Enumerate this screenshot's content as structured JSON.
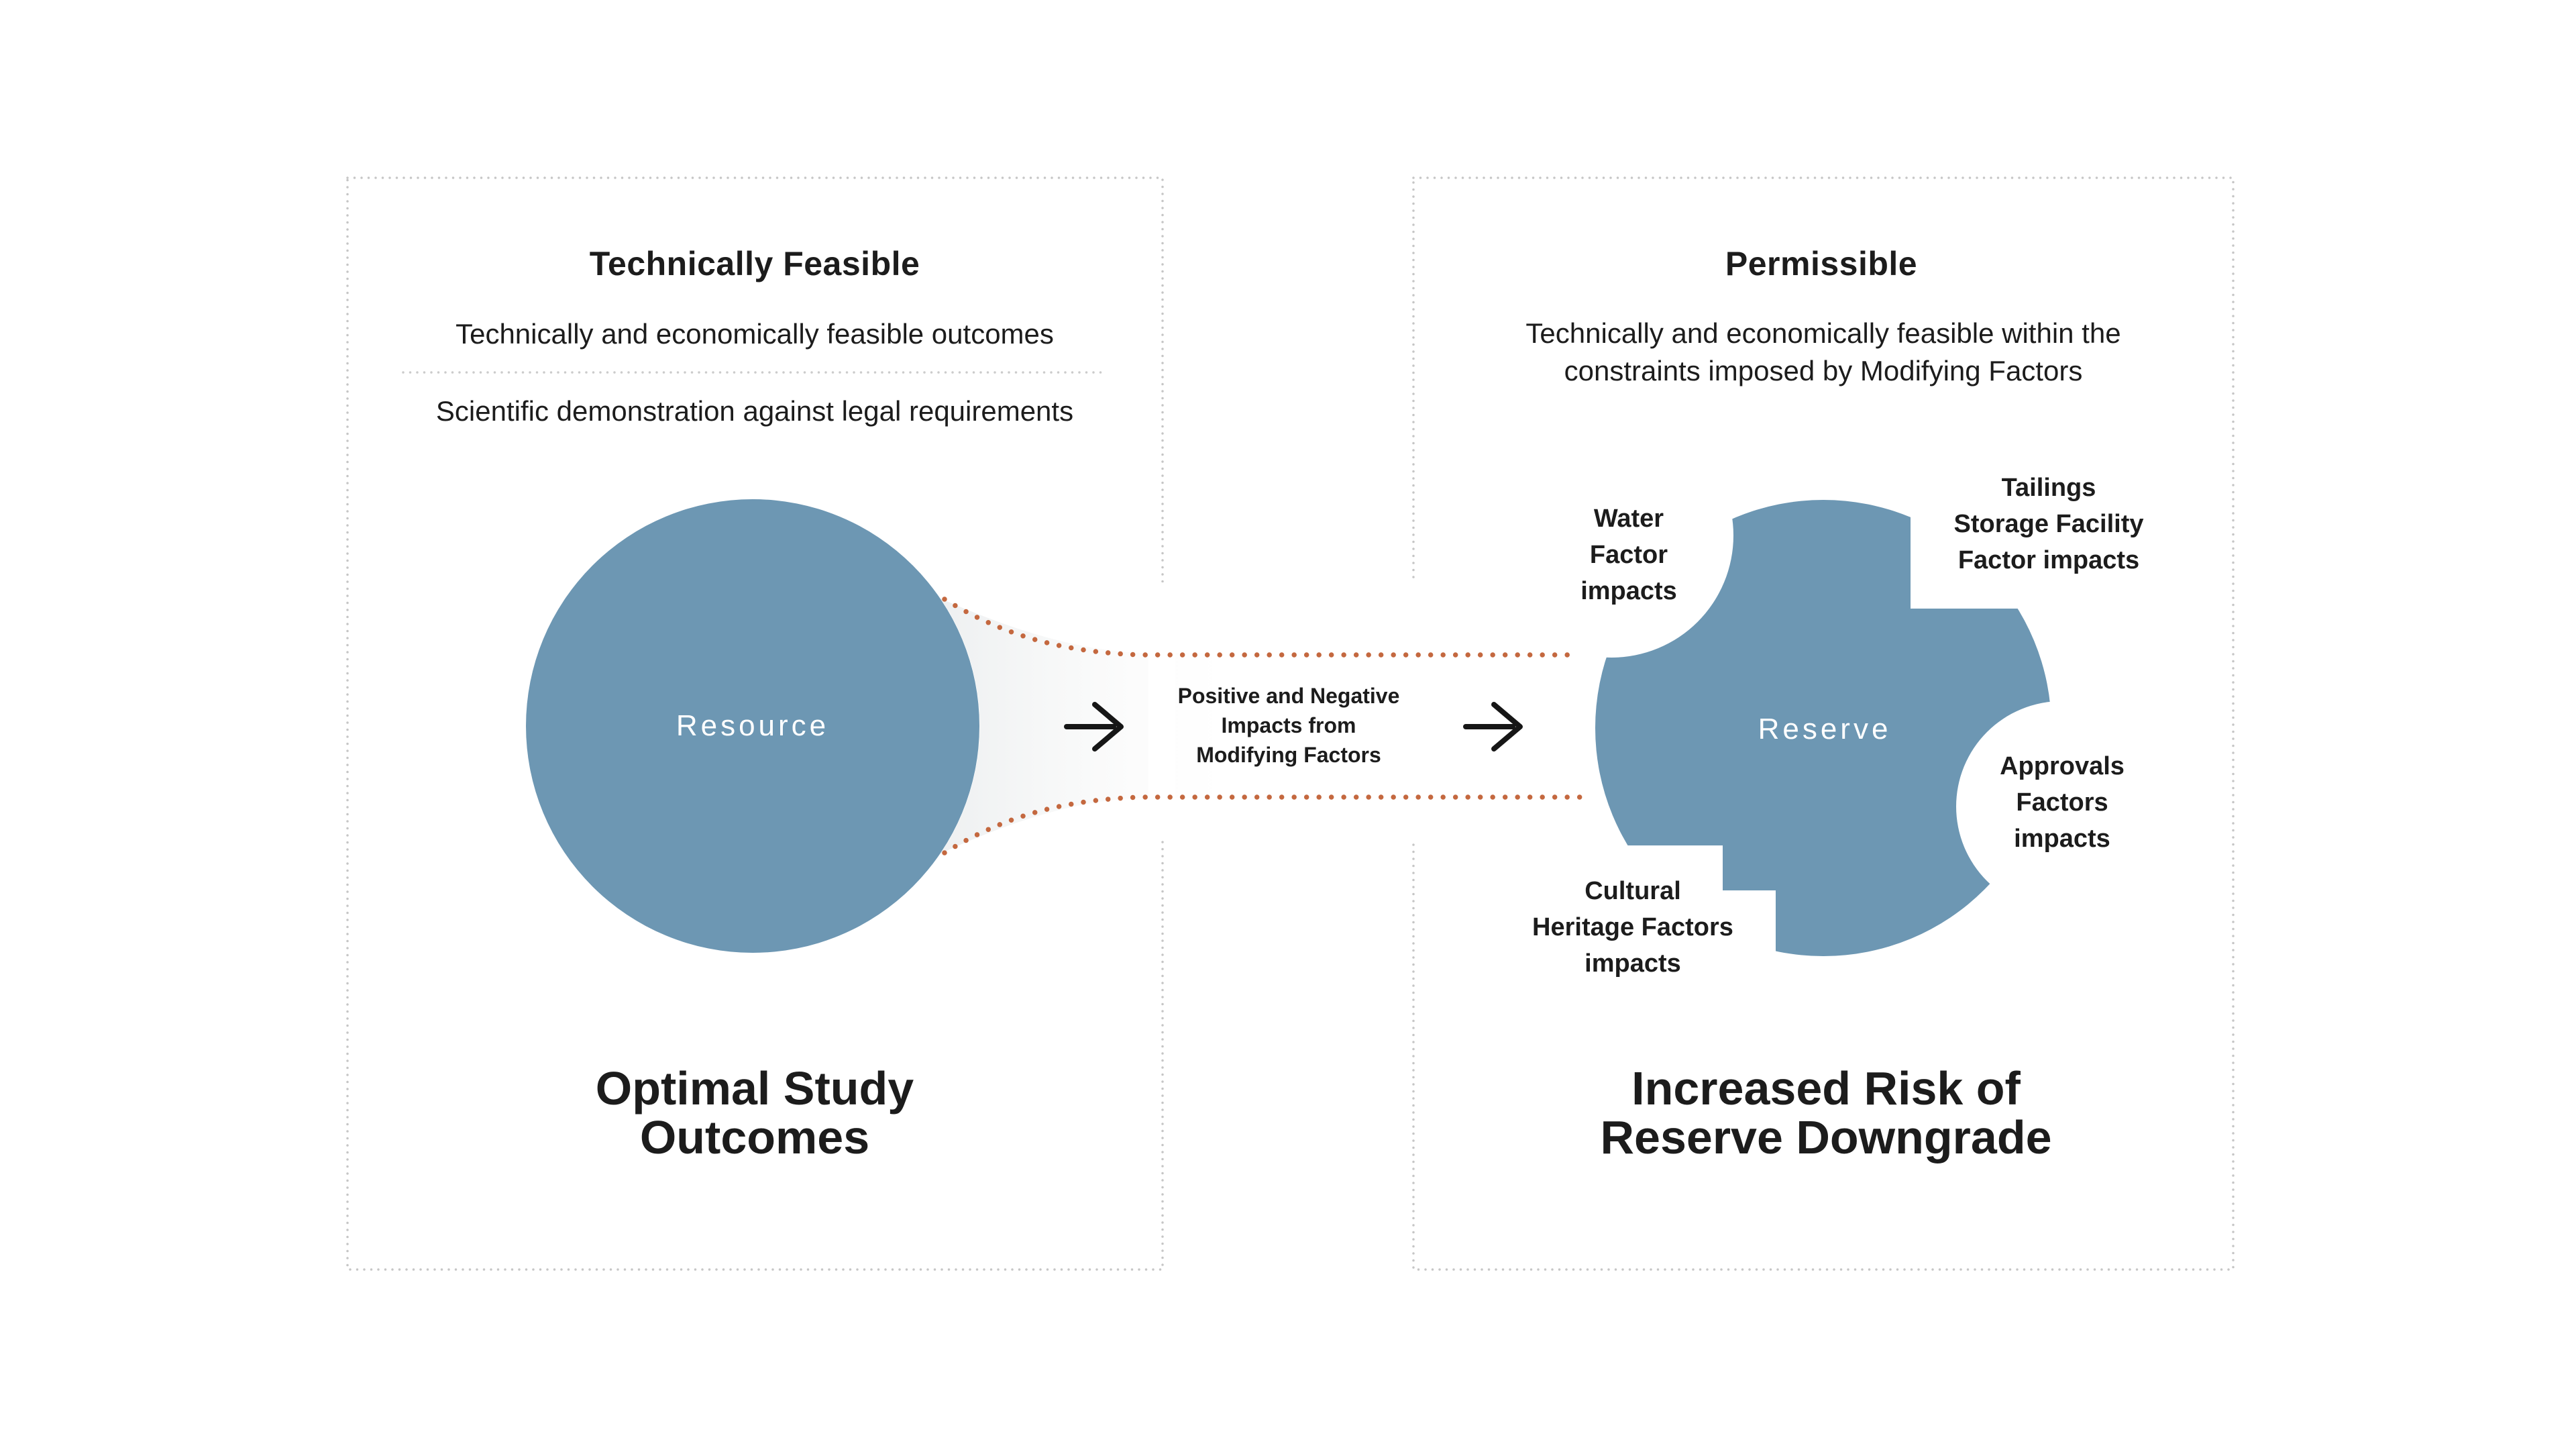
{
  "colors": {
    "blue": "#6D97B3",
    "rust": "#C4683F",
    "border_gray": "#C6C6C6",
    "divider_gray": "#CBCBCB",
    "arrow_black": "#161616",
    "text": "#1C1C1C"
  },
  "left_panel": {
    "title": "Technically Feasible",
    "description_1": "Technically and economically feasible outcomes",
    "description_2": "Scientific demonstration against legal requirements",
    "footer_lines": [
      "Optimal Study",
      "Outcomes"
    ]
  },
  "right_panel": {
    "title": "Permissible",
    "description_lines": [
      "Technically and economically feasible within the",
      "constraints imposed by Modifying Factors"
    ],
    "footer_lines": [
      "Increased Risk of",
      "Reserve Downgrade"
    ]
  },
  "resource_label": "Resource",
  "reserve_label": "Reserve",
  "flow_lines": [
    "Positive and Negative",
    "Impacts from",
    "Modifying Factors"
  ],
  "factors": {
    "water_lines": [
      "Water",
      "Factor",
      "impacts"
    ],
    "tailings_lines": [
      "Tailings",
      "Storage Facility",
      "Factor impacts"
    ],
    "approvals_lines": [
      "Approvals",
      "Factors",
      "impacts"
    ],
    "cultural_lines": [
      "Cultural",
      "Heritage Factors",
      "impacts"
    ]
  }
}
